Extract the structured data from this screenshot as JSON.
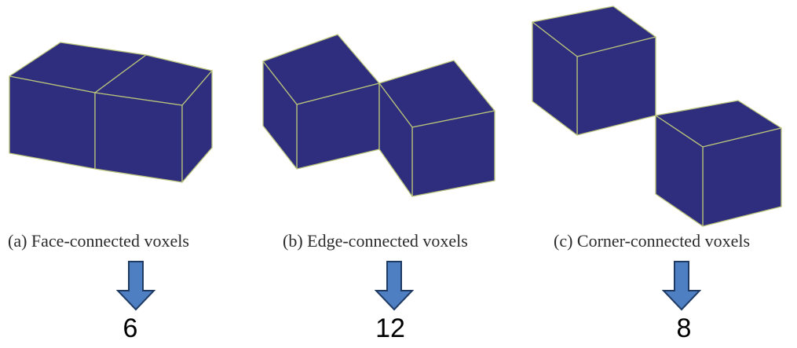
{
  "colors": {
    "cube_face": "#2e2d7e",
    "cube_edge": "#b9c37a",
    "arrow_fill": "#4f7fc3",
    "arrow_stroke": "#1f3b63",
    "caption_text": "#2b2b2b",
    "count_text": "#000000"
  },
  "panels": [
    {
      "caption": "(a) Face-connected voxels",
      "neighbor_count": "6",
      "arrow_icon": "down-arrow-icon"
    },
    {
      "caption": "(b) Edge-connected voxels",
      "neighbor_count": "12",
      "arrow_icon": "down-arrow-icon"
    },
    {
      "caption": "(c) Corner-connected voxels",
      "neighbor_count": "8",
      "arrow_icon": "down-arrow-icon"
    }
  ]
}
